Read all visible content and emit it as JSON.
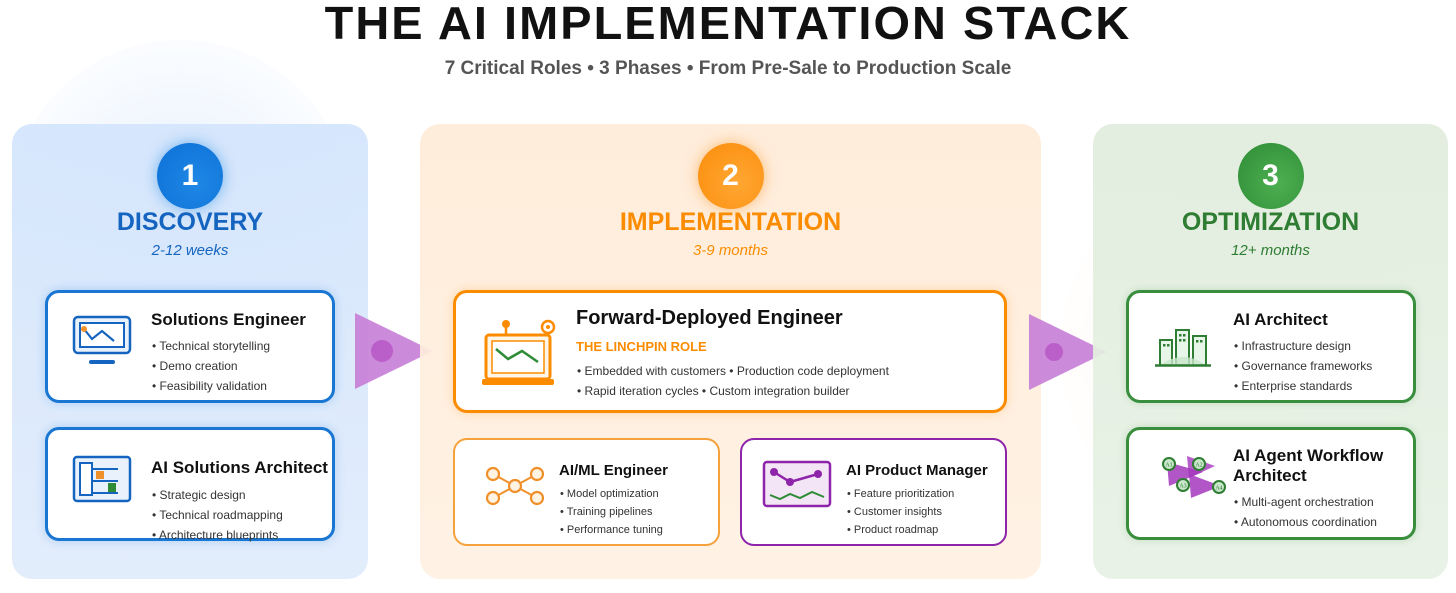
{
  "header": {
    "title": "THE AI IMPLEMENTATION STACK",
    "subtitle": "7 Critical Roles • 3 Phases • From Pre-Sale to Production Scale"
  },
  "colors": {
    "discovery": "#1565c0",
    "implementation": "#fb8c00",
    "optimization": "#2e7d32",
    "arrow": "#c77dd6",
    "product_manager": "#8e24aa"
  },
  "phases": [
    {
      "number": "1",
      "name": "DISCOVERY",
      "duration": "2-12 weeks",
      "roles": [
        {
          "title": "Solutions Engineer",
          "icon": "monitor-chart-icon",
          "bullets": [
            "Technical storytelling",
            "Demo creation",
            "Feasibility validation"
          ]
        },
        {
          "title": "AI Solutions Architect",
          "icon": "architecture-diagram-icon",
          "bullets": [
            "Strategic design",
            "Technical roadmapping",
            "Architecture blueprints"
          ]
        }
      ]
    },
    {
      "number": "2",
      "name": "IMPLEMENTATION",
      "duration": "3-9 months",
      "roles": [
        {
          "title": "Forward-Deployed Engineer",
          "subtitle": "THE LINCHPIN ROLE",
          "icon": "laptop-antenna-icon",
          "bullets": [
            "Embedded with customers • Production code deployment",
            "Rapid iteration cycles • Custom integration builder"
          ]
        },
        {
          "title": "AI/ML Engineer",
          "icon": "neural-network-icon",
          "bullets": [
            "Model optimization",
            "Training pipelines",
            "Performance tuning"
          ]
        },
        {
          "title": "AI Product Manager",
          "icon": "analytics-chart-icon",
          "bullets": [
            "Feature prioritization",
            "Customer insights",
            "Product roadmap"
          ]
        }
      ]
    },
    {
      "number": "3",
      "name": "OPTIMIZATION",
      "duration": "12+ months",
      "roles": [
        {
          "title": "AI Architect",
          "icon": "buildings-icon",
          "bullets": [
            "Infrastructure design",
            "Governance frameworks",
            "Enterprise standards"
          ]
        },
        {
          "title": "AI Agent Workflow Architect",
          "title_lines": [
            "AI Agent Workflow",
            "Architect"
          ],
          "icon": "agent-network-icon",
          "agent_labels": [
            "A1",
            "A2",
            "A3",
            "A4"
          ],
          "bullets": [
            "Multi-agent orchestration",
            "Autonomous coordination"
          ]
        }
      ]
    }
  ]
}
